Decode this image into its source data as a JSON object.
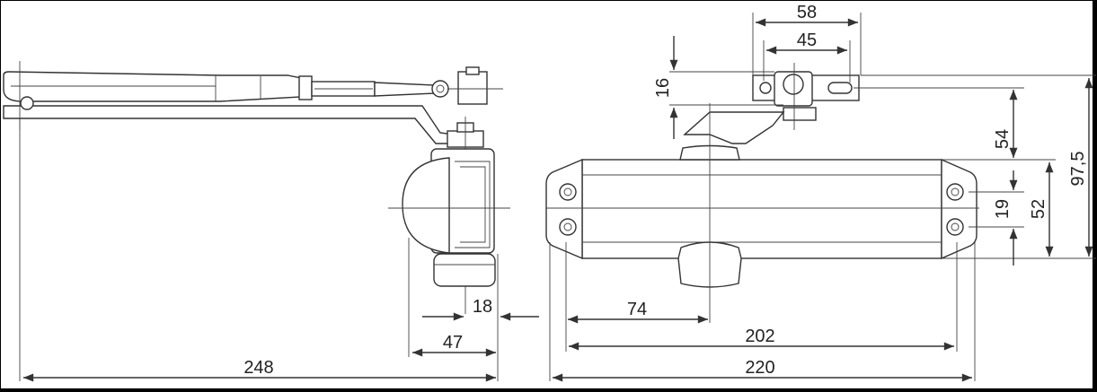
{
  "colors": {
    "background": "#ffffff",
    "line": "#333333",
    "frame": "#000000"
  },
  "dimensions": {
    "d248": "248",
    "d47": "47",
    "d18": "18",
    "d74": "74",
    "d202": "202",
    "d220": "220",
    "d58": "58",
    "d45": "45",
    "d16": "16",
    "d54": "54",
    "d19": "19",
    "d52": "52",
    "d97_5": "97,5"
  }
}
